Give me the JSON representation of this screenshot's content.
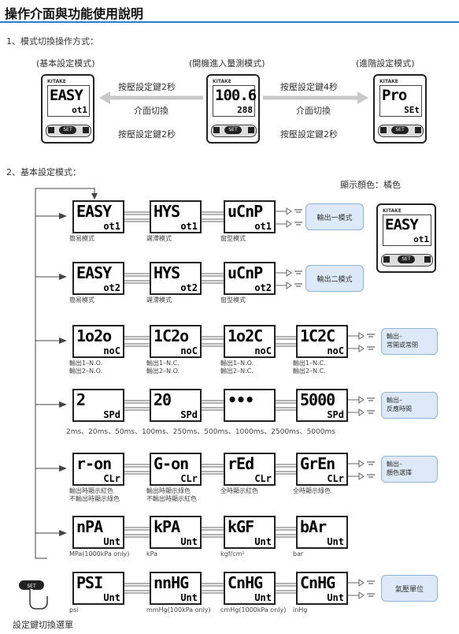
{
  "title": "操作介面與功能使用說明",
  "section1": "1、模式切換操作方式：",
  "section2": "2、基本設定模式：",
  "top_modes": [
    {
      "label": "(基本設定模式)",
      "top": "EASY",
      "bot": "ot1"
    },
    {
      "label": "(開機進入量測模式)",
      "top": "100.6",
      "bot": "288"
    },
    {
      "label": "(進階設定模式)",
      "top": "Pro",
      "bot": "SEt"
    }
  ],
  "device_logo": "KITAKE",
  "device_set": "SET",
  "transitions": {
    "left_top": "按壓設定鍵2秒",
    "left_mid": "介面切換",
    "left_bot": "按壓設定鍵2秒",
    "right_top": "按壓設定鍵4秒",
    "right_mid": "介面切換",
    "right_bot": "按壓設定鍵2秒"
  },
  "display_color": {
    "label": "顯示顏色：橘色",
    "top": "EASY",
    "bot": "ot1"
  },
  "rows": [
    {
      "cells": [
        {
          "top": "EASY",
          "bot": "ot1",
          "cap": [
            "簡易模式"
          ]
        },
        {
          "top": "HYS",
          "bot": "ot1",
          "cap": [
            "遲滯模式"
          ]
        },
        {
          "top": "uCnP",
          "bot": "ot1",
          "cap": [
            "窗型模式"
          ]
        }
      ],
      "box": [
        "輸出一模式"
      ]
    },
    {
      "cells": [
        {
          "top": "EASY",
          "bot": "ot2",
          "cap": [
            "簡易模式"
          ]
        },
        {
          "top": "HYS",
          "bot": "ot2",
          "cap": [
            "遲滯模式"
          ]
        },
        {
          "top": "uCnP",
          "bot": "ot2",
          "cap": [
            "窗型模式"
          ]
        }
      ],
      "box": [
        "輸出二模式"
      ]
    },
    {
      "cells": [
        {
          "top": "1o2o",
          "bot": "noC",
          "cap": [
            "輸出1–N.O.",
            "輸出2–N.O."
          ]
        },
        {
          "top": "1C2o",
          "bot": "noC",
          "cap": [
            "輸出1–N.C.",
            "輸出2–N.O."
          ]
        },
        {
          "top": "1o2C",
          "bot": "noC",
          "cap": [
            "輸出1–N.O.",
            "輸出2–N.C."
          ]
        },
        {
          "top": "1C2C",
          "bot": "noC",
          "cap": [
            "輸出1–N.C.",
            "輸出2–N.C."
          ]
        }
      ],
      "box": [
        "輸出–",
        "常開或常閉"
      ]
    },
    {
      "cells": [
        {
          "top": "2",
          "bot": "SPd",
          "cap": []
        },
        {
          "top": "20",
          "bot": "SPd",
          "cap": []
        },
        {
          "top": "•••",
          "bot": "",
          "cap": []
        },
        {
          "top": "5000",
          "bot": "SPd",
          "cap": []
        }
      ],
      "cap_line": "2ms、20ms、50ms、100ms、250ms、500ms、1000ms、2500ms、5000ms",
      "box": [
        "輸出–",
        "反應時間"
      ]
    },
    {
      "cells": [
        {
          "top": "r-on",
          "bot": "CLr",
          "cap": [
            "輸出時顯示紅色",
            "不輸出時顯示綠色"
          ]
        },
        {
          "top": "G-on",
          "bot": "CLr",
          "cap": [
            "輸出時顯示綠色",
            "不輸出時顯示紅色"
          ]
        },
        {
          "top": "rEd",
          "bot": "CLr",
          "cap": [
            "全時顯示紅色"
          ]
        },
        {
          "top": "GrEn",
          "bot": "CLr",
          "cap": [
            "全時顯示綠色"
          ]
        }
      ],
      "box": [
        "輸出–",
        "顏色選擇"
      ]
    },
    {
      "cells": [
        {
          "top": "nPA",
          "bot": "Unt",
          "cap": [
            "MPa(1000kPa only)"
          ]
        },
        {
          "top": "kPA",
          "bot": "Unt",
          "cap": [
            "kPa"
          ]
        },
        {
          "top": "kGF",
          "bot": "Unt",
          "cap": [
            "kgf/cm²"
          ]
        },
        {
          "top": "bAr",
          "bot": "Unt",
          "cap": [
            "bar"
          ]
        }
      ]
    },
    {
      "cells": [
        {
          "top": "PSI",
          "bot": "Unt",
          "cap": [
            "psi"
          ]
        },
        {
          "top": "nnHG",
          "bot": "Unt",
          "cap": [
            "mmHg(100kPa only)"
          ]
        },
        {
          "top": "CnHG",
          "bot": "Unt",
          "cap": [
            "cmHg(1000kPa only)"
          ]
        },
        {
          "top": "CnHG",
          "bot": "Unt",
          "cap": [
            "inHg"
          ]
        }
      ],
      "box": [
        "氣壓單位"
      ]
    }
  ],
  "footer": "設定鍵切換選單"
}
